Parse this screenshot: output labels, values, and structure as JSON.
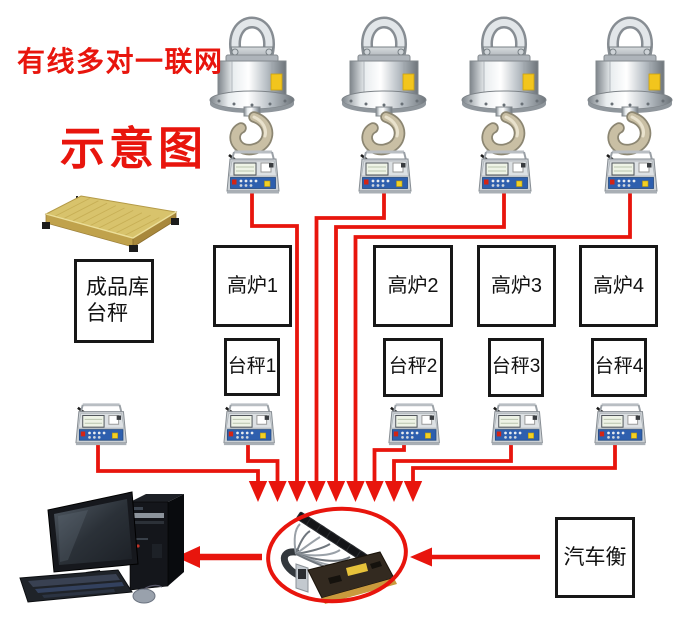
{
  "titles": {
    "main": "有线多对一联网",
    "sub": "示意图"
  },
  "colors": {
    "wire_red": "#e8150d",
    "title_red": "#e8150d",
    "box_border": "#171717",
    "platform_yellow": "#d8c36c",
    "keypad_blue": "#2e5fae"
  },
  "boxes": {
    "finished_store": {
      "line1": "成品库",
      "line2": "台秤"
    },
    "furnace_1": "高炉1",
    "furnace_2": "高炉2",
    "furnace_3": "高炉3",
    "furnace_4": "高炉4",
    "platform_1": "台秤1",
    "platform_2": "台秤2",
    "platform_3": "台秤3",
    "platform_4": "台秤4",
    "truck_scale": "汽车衡"
  },
  "icons": {
    "crane_scale": "crane-scale-icon",
    "weighing_indicator": "weighing-indicator-icon",
    "platform_scale": "platform-scale-icon",
    "desktop_computer": "desktop-computer-icon",
    "multi_serial_card": "multi-serial-card-icon",
    "down_arrow": "down-arrow-icon",
    "left_arrow": "left-arrow-icon"
  },
  "counts": {
    "crane_scales": 4,
    "top_indicators": 4,
    "bottom_indicators": 5,
    "hub_input_arrows": 9
  }
}
